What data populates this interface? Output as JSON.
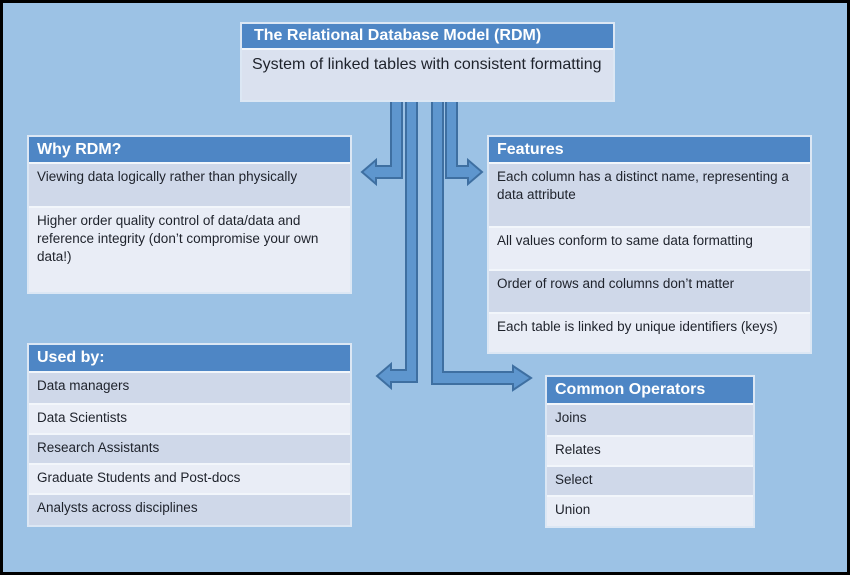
{
  "palette": {
    "bg": "#9CC2E5",
    "header-blue": "#4E86C5",
    "row-dark": "#CFD8E9",
    "row-light": "#E9EDF6",
    "title-body": "#DAE1EF",
    "box-border": "#DCE7F4",
    "separator": "#F2F6FB",
    "arrow-fill": "#5E96CE",
    "arrow-stroke": "#3E6FA1",
    "text": "#1E222B"
  },
  "title_box": {
    "header": "The Relational Database Model (RDM)",
    "body": "System of linked tables with consistent formatting"
  },
  "boxes": [
    {
      "header": "Why RDM?",
      "rows": [
        "Viewing data logically rather than physically",
        "Higher order quality control of data/data and reference integrity (don’t compromise your own data!)"
      ]
    },
    {
      "header": "Features",
      "rows": [
        "Each column has a distinct name, representing a data attribute",
        "All values conform to same data formatting",
        "Order of rows and columns don’t matter",
        "Each table is linked by unique identifiers (keys)"
      ]
    },
    {
      "header": "Used by:",
      "rows": [
        "Data managers",
        "Data Scientists",
        "Research Assistants",
        "Graduate Students and Post-docs",
        "Analysts across disciplines"
      ]
    },
    {
      "header": "Common Operators",
      "rows": [
        "Joins",
        "Relates",
        "Select",
        "Union"
      ]
    }
  ]
}
